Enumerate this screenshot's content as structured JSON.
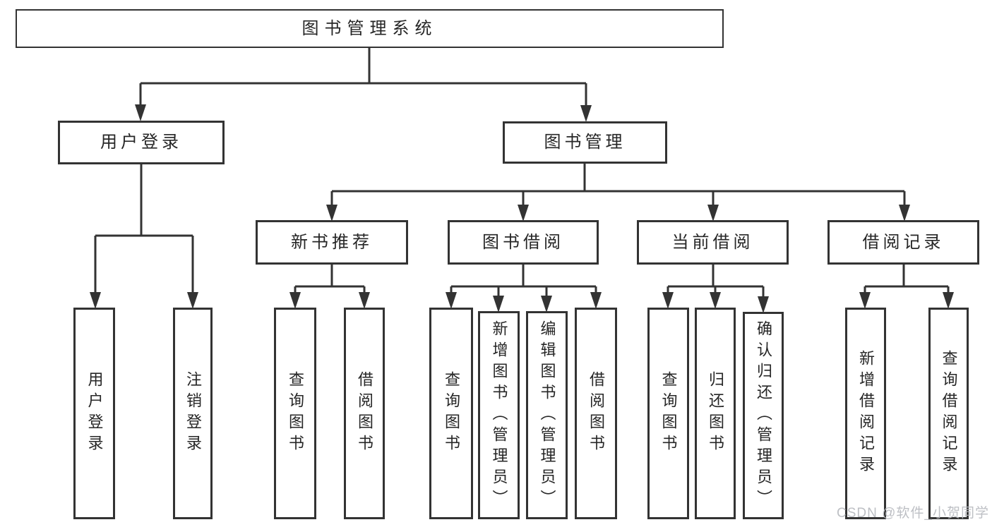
{
  "diagram": {
    "root": {
      "label": "图书管理系统"
    },
    "branches": [
      {
        "label": "用户登录",
        "children": [
          {
            "label": "用户登录"
          },
          {
            "label": "注销登录"
          }
        ]
      },
      {
        "label": "图书管理",
        "children": [
          {
            "label": "新书推荐",
            "children": [
              {
                "label": "查询图书"
              },
              {
                "label": "借阅图书"
              }
            ]
          },
          {
            "label": "图书借阅",
            "children": [
              {
                "label": "查询图书"
              },
              {
                "label": "新增图书（管理员）"
              },
              {
                "label": "编辑图书（管理员）"
              },
              {
                "label": "借阅图书"
              }
            ]
          },
          {
            "label": "当前借阅",
            "children": [
              {
                "label": "查询图书"
              },
              {
                "label": "归还图书"
              },
              {
                "label": "确认归还（管理员）"
              }
            ]
          },
          {
            "label": "借阅记录",
            "children": [
              {
                "label": "新增借阅记录"
              },
              {
                "label": "查询借阅记录"
              }
            ]
          }
        ]
      }
    ]
  },
  "watermark": {
    "text": "CSDN @软件_小贺同学"
  },
  "colors": {
    "line": "#333333",
    "border": "#333333",
    "background": "#ffffff",
    "text": "#262626",
    "watermark": "#b6b9be"
  }
}
